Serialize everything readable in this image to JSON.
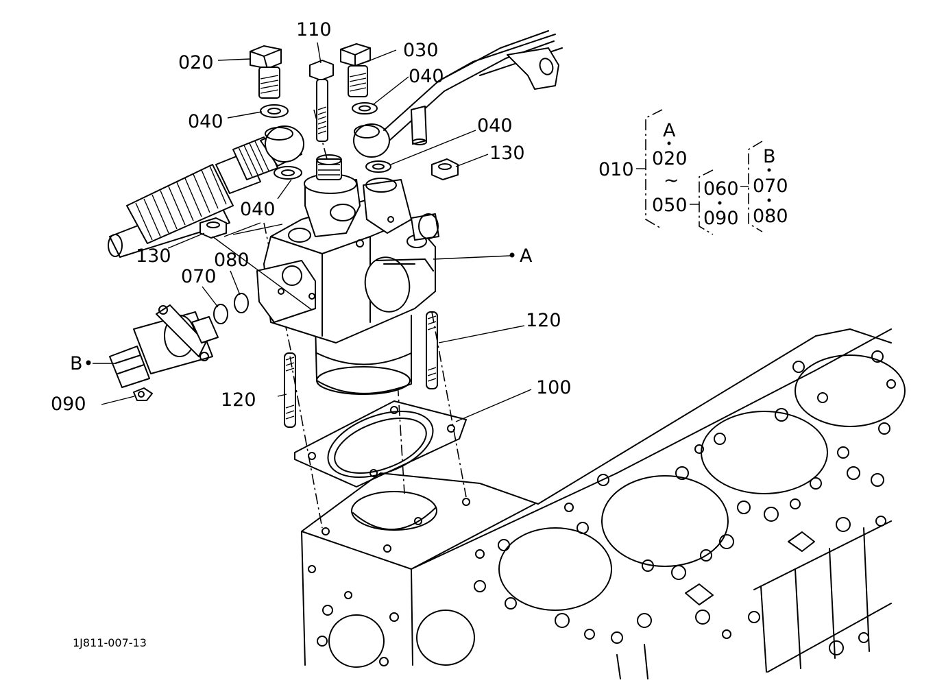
{
  "callouts": {
    "p010": "010",
    "p020": "020",
    "p030": "030",
    "p040": "040",
    "p050": "050",
    "p060": "060",
    "p070": "070",
    "p080": "080",
    "p090": "090",
    "p100": "100",
    "p110": "110",
    "p120": "120",
    "p130": "130",
    "refA": "A",
    "refB": "B"
  },
  "legend": {
    "root": "010",
    "groupA_title": "A",
    "groupA_first": "020",
    "groupA_tilde": "~",
    "groupA_last": "050",
    "sub_left_top": "060",
    "sub_left_bottom": "090",
    "groupB_title": "B",
    "groupB_top": "070",
    "groupB_bottom": "080"
  },
  "drawing_code": "1J811-007-13"
}
